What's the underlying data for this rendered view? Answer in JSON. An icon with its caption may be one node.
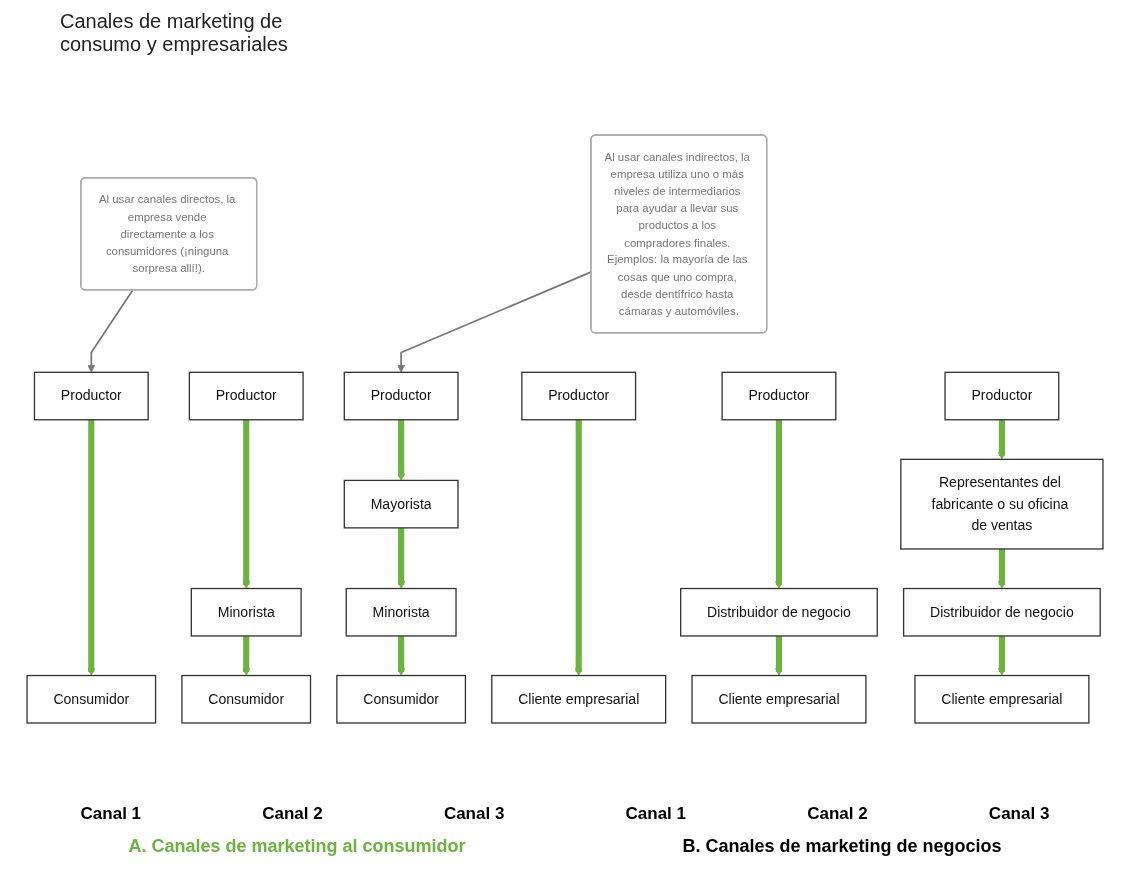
{
  "diagram": {
    "title": "Canales de marketing de consumo y empresariales",
    "nodes": [
      {
        "text": [
          "Al usar canales directos, la empresa vende directamente a los consumidores (¡ninguna sorpresa allí!)."
        ]
      },
      {
        "text": [
          "Al usar canales indirectos, la empresa utiliza uno o más niveles de intermediarios para ayudar a llevar sus productos a los compradores finales. Ejemplos: la mayoría de las cosas que uno compra, desde dentífrico hasta cámaras y automóviles."
        ]
      },
      {
        "text": [
          "Productor"
        ]
      },
      {
        "text": [
          "Consumidor"
        ]
      },
      {
        "text": [
          "Productor"
        ]
      },
      {
        "text": [
          "Minorista"
        ]
      },
      {
        "text": [
          "Consumidor"
        ]
      },
      {
        "text": [
          "Productor"
        ]
      },
      {
        "text": [
          "Mayorista"
        ]
      },
      {
        "text": [
          "Minorista"
        ]
      },
      {
        "text": [
          "Consumidor"
        ]
      },
      {
        "text": [
          "Productor"
        ]
      },
      {
        "text": [
          "Cliente empresarial"
        ]
      },
      {
        "text": [
          "Productor"
        ]
      },
      {
        "text": [
          "Distribuidor de negocio"
        ]
      },
      {
        "text": [
          "Cliente empresarial"
        ]
      },
      {
        "text": [
          "Productor"
        ]
      },
      {
        "text": [
          "Representantes del fabricante o su oficina de ventas"
        ]
      },
      {
        "text": [
          "Distribuidor de negocio"
        ]
      },
      {
        "text": [
          "Cliente empresarial"
        ]
      }
    ],
    "edges": [
      {
        "from": 0,
        "to": 2,
        "arrow": "to",
        "color": "#777777"
      },
      {
        "from": 1,
        "to": 7,
        "arrow": "to",
        "color": "#777777"
      },
      {
        "from": 2,
        "to": 3,
        "arrow": "to"
      },
      {
        "from": 4,
        "to": 5,
        "arrow": "to"
      },
      {
        "from": 5,
        "to": 6,
        "arrow": "to"
      },
      {
        "from": 7,
        "to": 8,
        "arrow": "to"
      },
      {
        "from": 8,
        "to": 9,
        "arrow": "to"
      },
      {
        "from": 9,
        "to": 10,
        "arrow": "to"
      },
      {
        "from": 11,
        "to": 12,
        "arrow": "to"
      },
      {
        "from": 13,
        "to": 14,
        "arrow": "to"
      },
      {
        "from": 14,
        "to": 15,
        "arrow": "to"
      },
      {
        "from": 16,
        "to": 17,
        "arrow": "to"
      },
      {
        "from": 17,
        "to": 18,
        "arrow": "to"
      },
      {
        "from": 18,
        "to": 19,
        "arrow": "to"
      }
    ],
    "labels": [
      "Canal 1",
      "Canal 2",
      "Canal 3",
      "Canal 1",
      "Canal 2",
      "Canal 3",
      "A. Canales de marketing al consumidor",
      "B. Canales de marketing de negocios"
    ]
  }
}
